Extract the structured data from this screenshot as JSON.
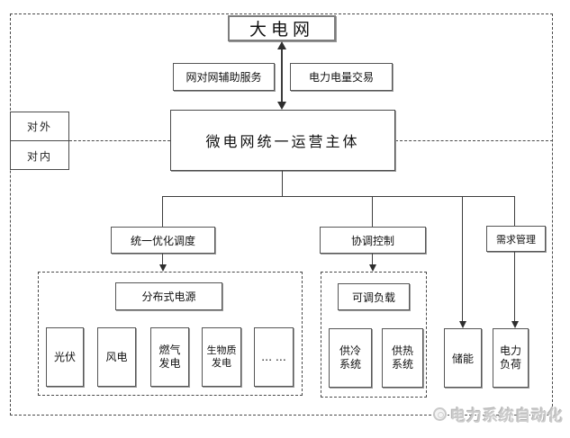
{
  "colors": {
    "background": "#ffffff",
    "line": "#3d3d3d",
    "box_border": "#565656",
    "dashed_border": "#4a4a4a",
    "text": "#111111",
    "watermark": "#cbcbcb"
  },
  "nodes": {
    "main_grid": "大电网",
    "service_left": "网对网辅助服务",
    "service_right": "电力电量交易",
    "operator": "微电网统一运营主体",
    "external_label": "对外",
    "internal_label": "对内",
    "dispatch": "统一优化调度",
    "control": "协调控制",
    "demand": "需求管理",
    "distributed_title": "分布式电源",
    "distributed_items": [
      "光伏",
      "风电",
      "燃气\n发电",
      "生物质\n发电",
      "… …"
    ],
    "adjustable_title": "可调负载",
    "adjustable_items": [
      "供冷\n系统",
      "供热\n系统"
    ],
    "storage": "储能",
    "power_load": "电力\n负荷",
    "watermark": "电力系统自动化"
  }
}
